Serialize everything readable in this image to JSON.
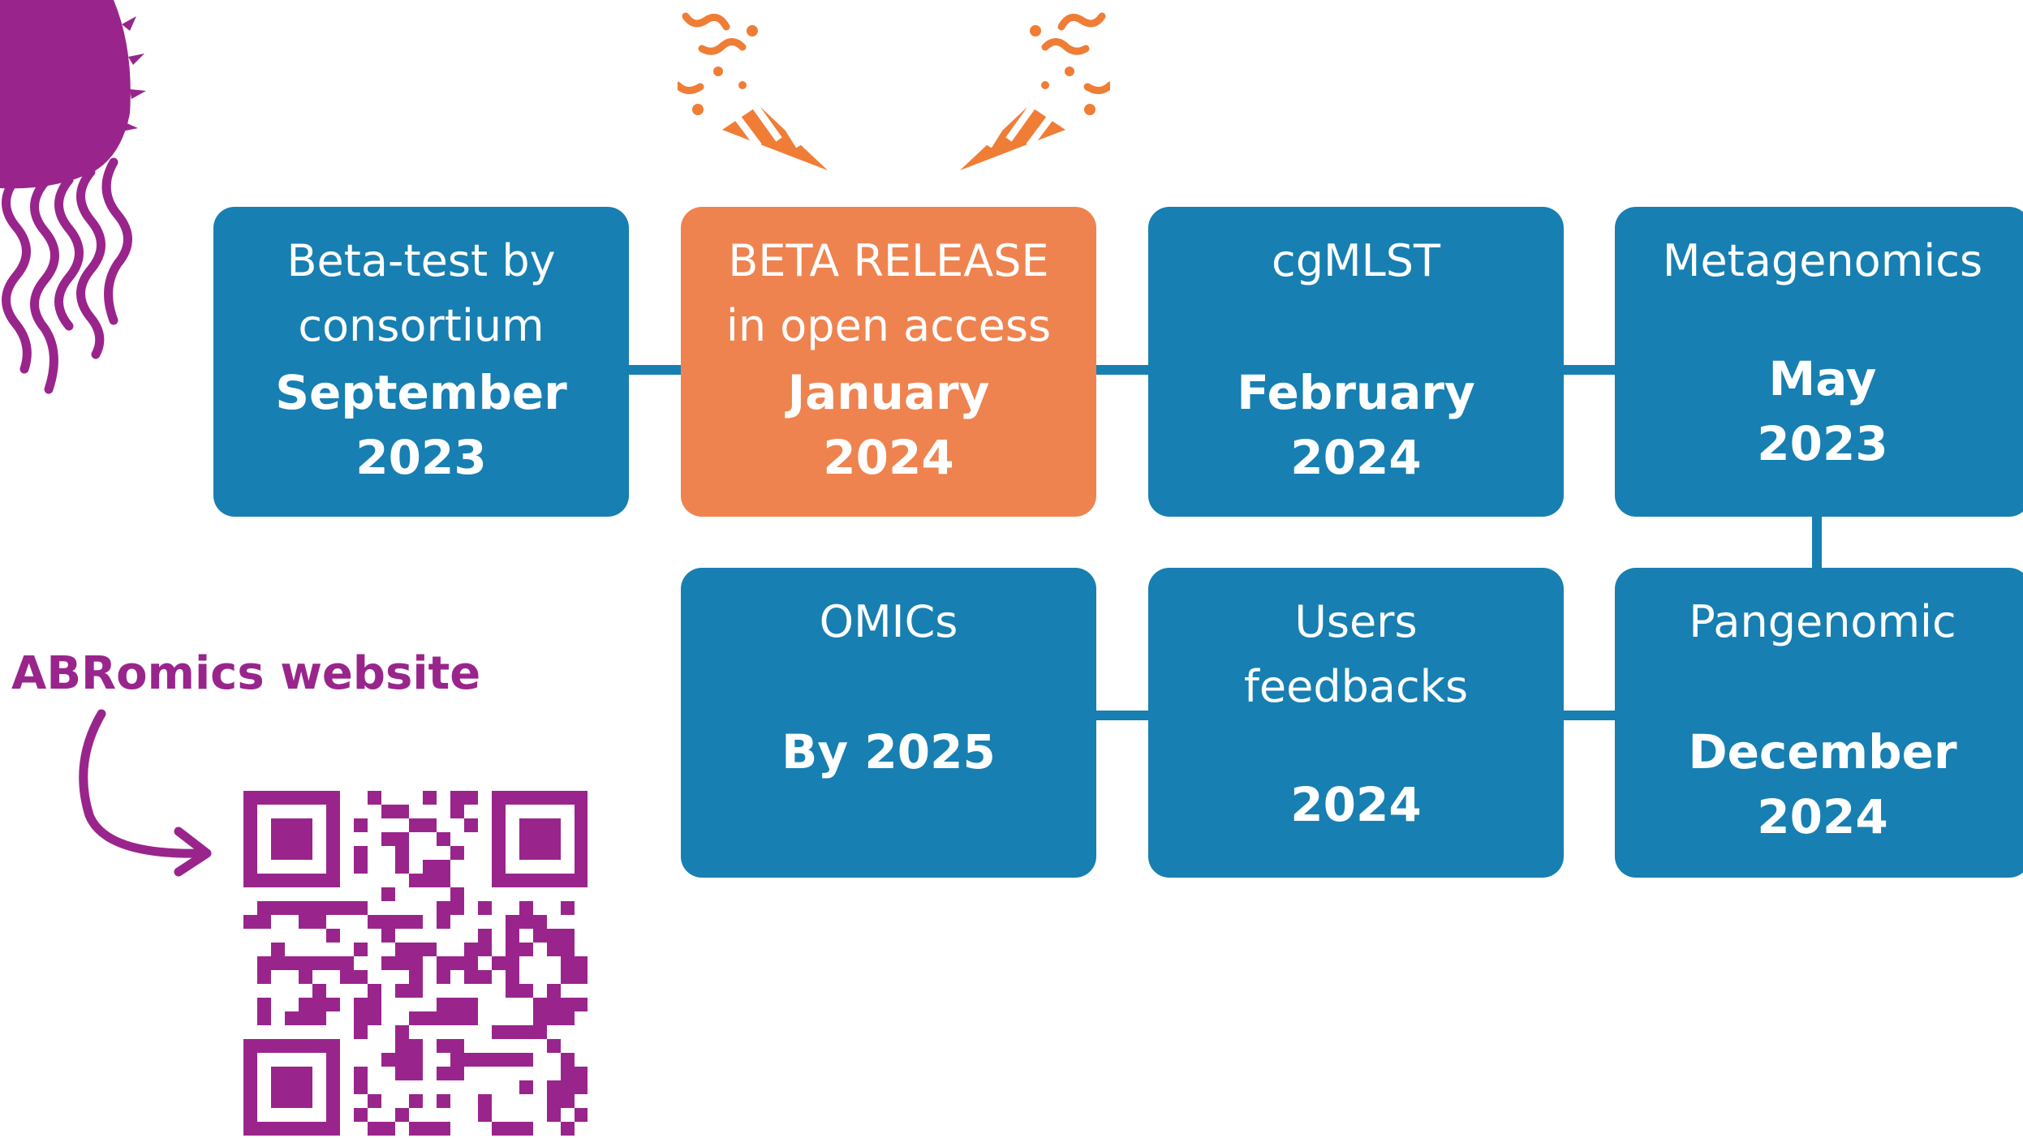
{
  "website_label": "ABRomics website",
  "colors": {
    "box_blue": "#177fb1",
    "box_orange": "#ee8350",
    "purple": "#99258c",
    "confetti_orange": "#ef7d36",
    "text": "#ffffff"
  },
  "icons": [
    "bacterium-icon",
    "party-popper-icon",
    "curved-arrow-icon",
    "qr-code"
  ],
  "timeline": {
    "beta_test": {
      "title": [
        "Beta-test by",
        "consortium"
      ],
      "date": [
        "September",
        "2023"
      ]
    },
    "beta_release": {
      "title": [
        "BETA RELEASE",
        "in open access"
      ],
      "date": [
        "January",
        "2024"
      ]
    },
    "cgmlst": {
      "title": [
        "cgMLST"
      ],
      "date": [
        "February",
        "2024"
      ]
    },
    "metagenomics": {
      "title": [
        "Metagenomics"
      ],
      "date": [
        "May",
        "2023"
      ]
    },
    "omics": {
      "title": [
        "OMICs"
      ],
      "date": [
        "By 2025"
      ]
    },
    "users_feedbacks": {
      "title": [
        "Users",
        "feedbacks"
      ],
      "date": [
        "2024"
      ]
    },
    "pangenomic": {
      "title": [
        "Pangenomic"
      ],
      "date": [
        "December",
        "2024"
      ]
    }
  }
}
